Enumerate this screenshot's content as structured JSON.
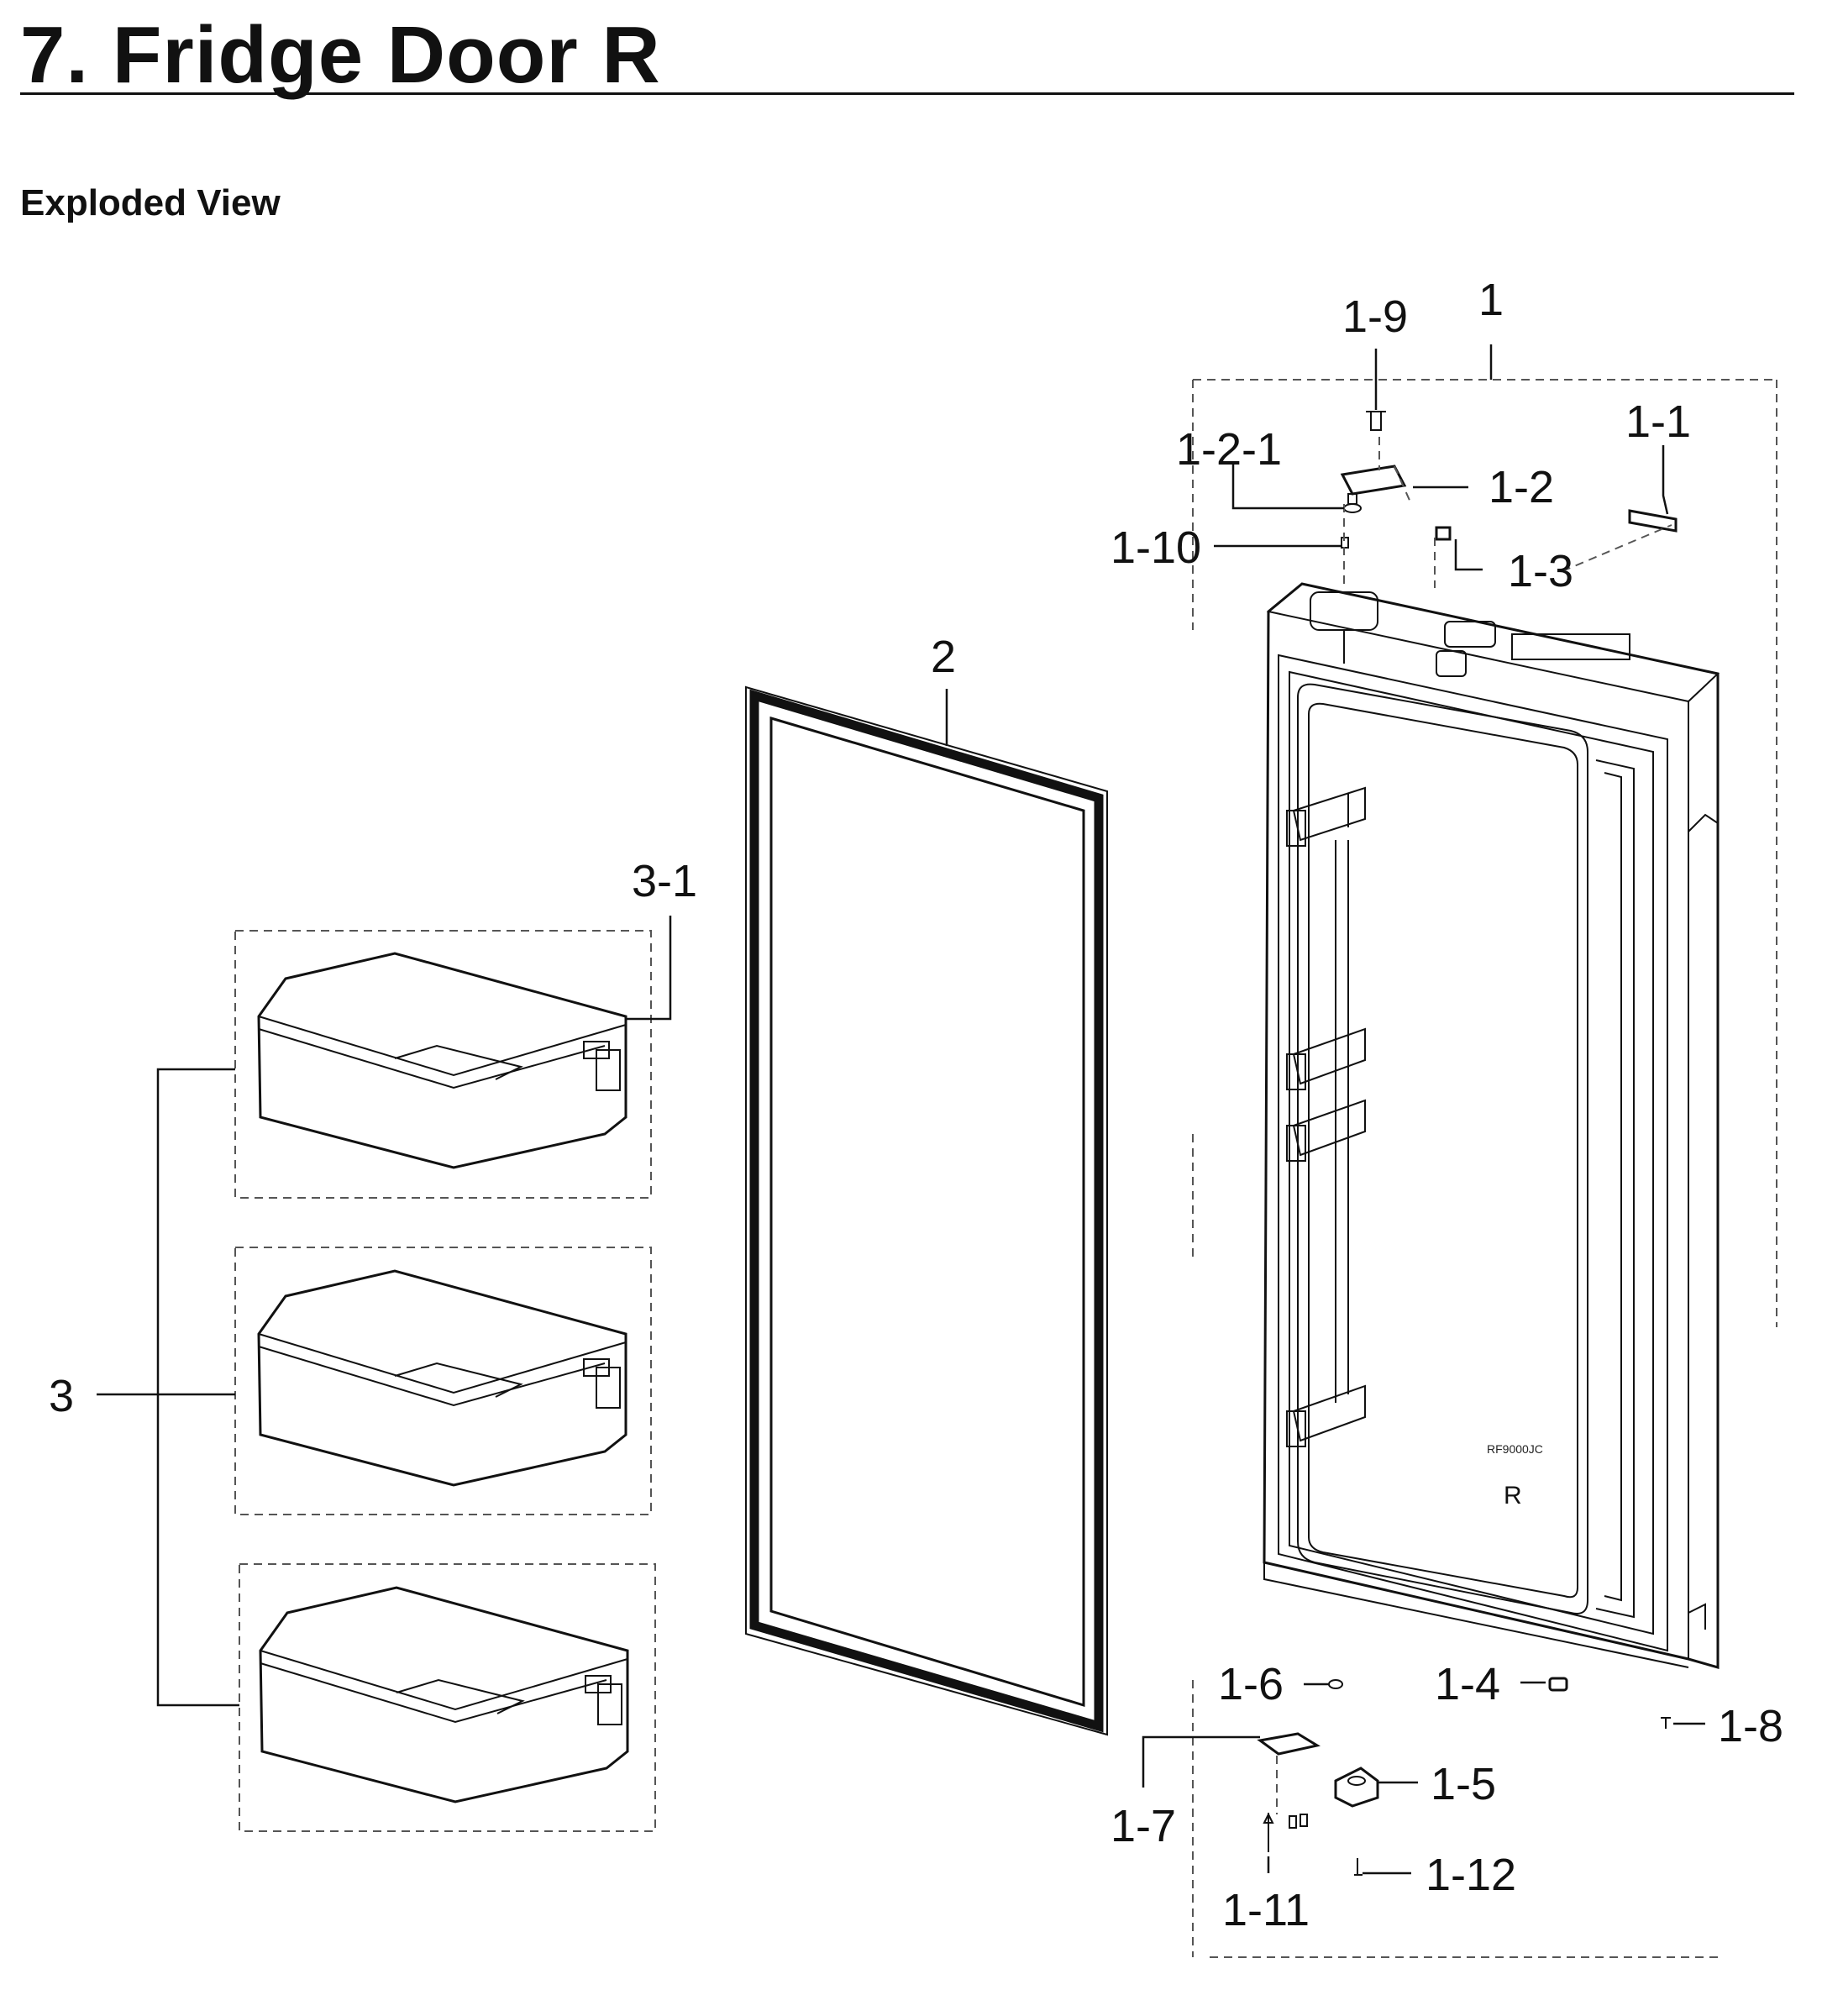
{
  "header": {
    "title": "7.  Fridge Door R",
    "subtitle": "Exploded View"
  },
  "callouts": {
    "c1": "1",
    "c1_9": "1-9",
    "c1_1": "1-1",
    "c1_2_1": "1-2-1",
    "c1_2": "1-2",
    "c1_10": "1-10",
    "c1_3": "1-3",
    "c2": "2",
    "c3_1": "3-1",
    "c3": "3",
    "c1_6": "1-6",
    "c1_4": "1-4",
    "c1_8": "1-8",
    "c1_7": "1-7",
    "c1_5": "1-5",
    "c1_11": "1-11",
    "c1_12": "1-12"
  },
  "door_markings": {
    "model": "RF9000JC",
    "side": "R"
  }
}
